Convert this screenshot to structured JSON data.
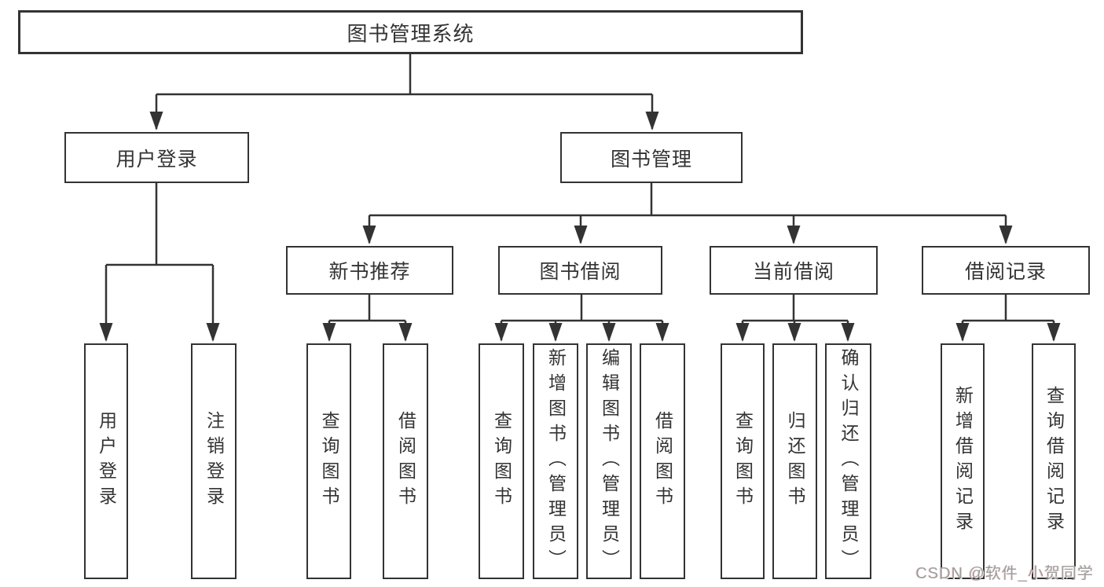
{
  "diagram": {
    "root": {
      "label": "图书管理系统"
    },
    "level2": {
      "user_login": {
        "label": "用户登录"
      },
      "book_management": {
        "label": "图书管理"
      }
    },
    "level3": {
      "new_book_recommend": {
        "label": "新书推荐"
      },
      "book_borrowing": {
        "label": "图书借阅"
      },
      "current_borrowing": {
        "label": "当前借阅"
      },
      "borrowing_records": {
        "label": "借阅记录"
      }
    },
    "leaves": {
      "user_login": {
        "label": "用户登录"
      },
      "logout": {
        "label": "注销登录"
      },
      "recommend_query_books": {
        "label": "查询图书"
      },
      "recommend_borrow_books": {
        "label": "借阅图书"
      },
      "borrowing_query_books": {
        "label": "查询图书"
      },
      "borrowing_add_books": {
        "label": "新增图书（管理员）"
      },
      "borrowing_edit_books": {
        "label": "编辑图书（管理员）"
      },
      "borrowing_borrow_books": {
        "label": "借阅图书"
      },
      "current_query_books": {
        "label": "查询图书"
      },
      "current_return_books": {
        "label": "归还图书"
      },
      "current_confirm_return": {
        "label": "确认归还（管理员）"
      },
      "records_add_record": {
        "label": "新增借阅记录"
      },
      "records_query_record": {
        "label": "查询借阅记录"
      }
    }
  },
  "watermark": {
    "text": "CSDN @软件_小贺同学"
  },
  "colors": {
    "line": "#333333",
    "box_border": "#333333",
    "text": "#333333",
    "watermark": "#9c9c9c",
    "background": "#ffffff"
  }
}
